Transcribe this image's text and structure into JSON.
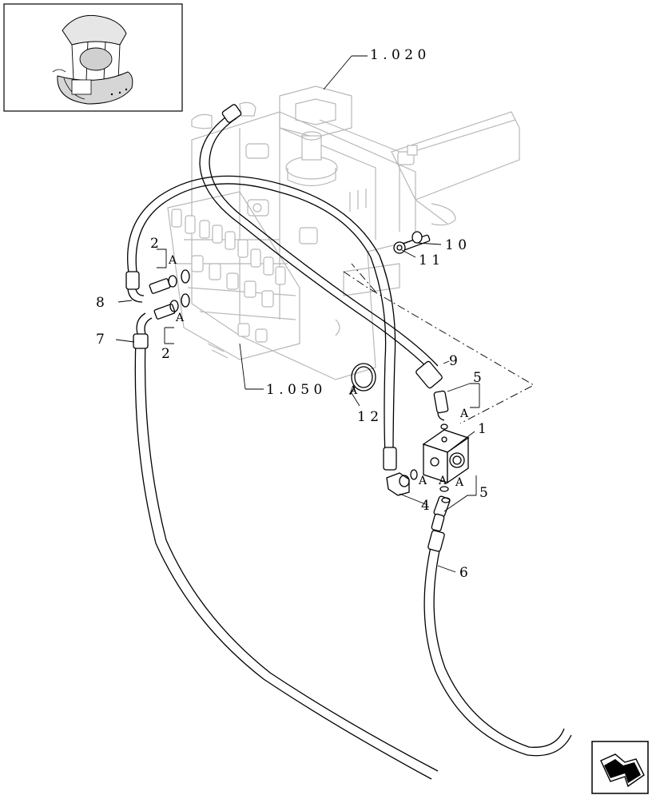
{
  "diagram": {
    "reference_labels": {
      "ref_top": "1 . 0 2 0",
      "ref_valve": "1 . 0 5 0"
    },
    "callouts": {
      "c1": "1",
      "c2a": "2",
      "c2b": "2",
      "c4": "4",
      "c5a": "5",
      "c5b": "5",
      "c6": "6",
      "c7": "7",
      "c8": "8",
      "c9": "9",
      "c10": "1 0",
      "c11": "1 1",
      "c12": "1 2"
    },
    "detail_marks": {
      "a1": "A",
      "a2": "A",
      "a3": "A",
      "a4": "A",
      "a5": "A",
      "a6": "A",
      "a7": "A"
    }
  },
  "thumbnail": {
    "icon": "machine-overview-icon"
  },
  "navigation": {
    "icon": "next-page-arrow-icon"
  }
}
